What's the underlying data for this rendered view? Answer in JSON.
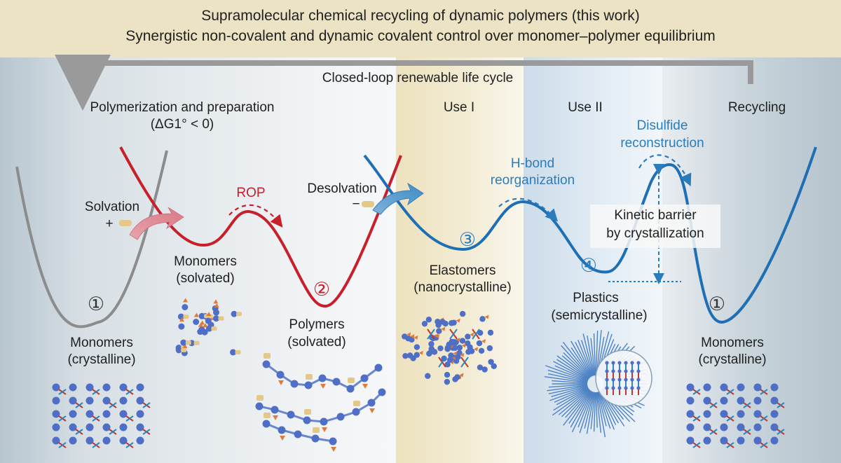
{
  "header": {
    "line1": "Supramolecular chemical recycling of dynamic polymers (this work)",
    "line2": "Synergistic non-covalent and dynamic covalent control over monomer–polymer equilibrium"
  },
  "cycle": {
    "label": "Closed-loop renewable life cycle"
  },
  "stages": {
    "polymerization": {
      "title": "Polymerization and preparation",
      "condition": "(ΔG1° < 0)"
    },
    "use1": {
      "title": "Use I"
    },
    "use2": {
      "title": "Use II"
    },
    "recycling": {
      "title": "Recycling"
    }
  },
  "processes": {
    "solvation": "Solvation",
    "solvation_sign": "+",
    "rop": "ROP",
    "desolvation": "Desolvation",
    "desolvation_sign": "−",
    "hbond_line1": "H-bond",
    "hbond_line2": "reorganization",
    "disulfide_line1": "Disulfide",
    "disulfide_line2": "reconstruction",
    "barrier_line1": "Kinetic barrier",
    "barrier_line2": "by crystallization"
  },
  "states": {
    "s1": {
      "marker": "①",
      "name": "Monomers",
      "form": "(crystalline)"
    },
    "s_monomer_solv": {
      "name": "Monomers",
      "form": "(solvated)"
    },
    "s2": {
      "marker": "②",
      "name": "Polymers",
      "form": "(solvated)"
    },
    "s3": {
      "marker": "③",
      "name": "Elastomers",
      "form": "(nanocrystalline)"
    },
    "s4": {
      "marker": "④",
      "name": "Plastics",
      "form": "(semicrystalline)"
    },
    "s1b": {
      "marker": "①",
      "name": "Monomers",
      "form": "(crystalline)"
    }
  },
  "colors": {
    "grey_curve": "#8c8c8c",
    "red_curve": "#c8202a",
    "blue_curve": "#1f6fb4",
    "header_bg": "#ece3c4",
    "cycle_arrow": "#9a9a9a"
  }
}
